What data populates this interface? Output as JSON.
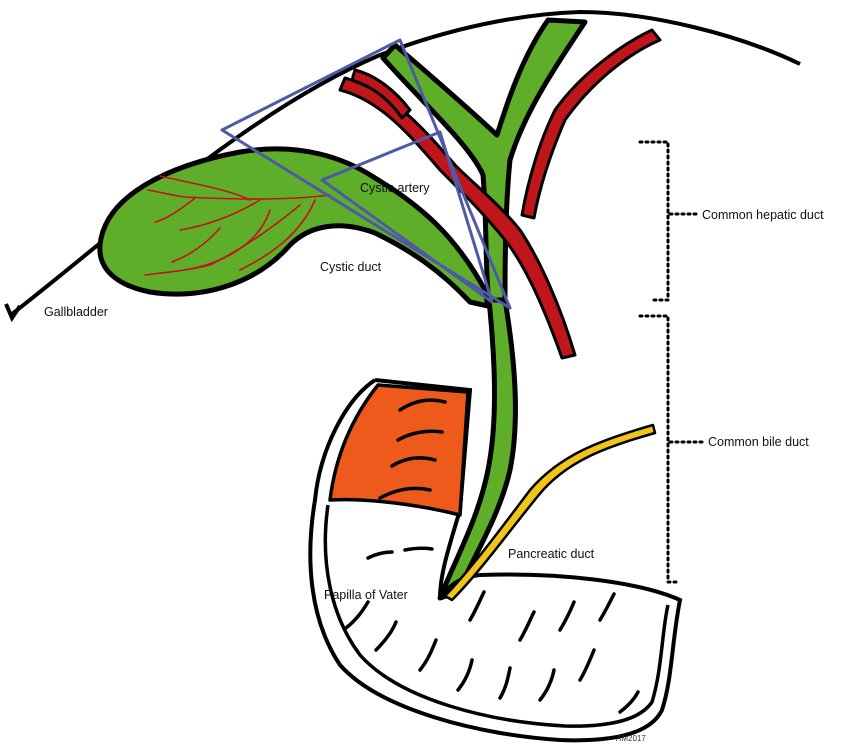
{
  "labels": {
    "gallbladder": "Gallbladder",
    "cystic_artery": "Cystic artery",
    "cystic_duct": "Cystic duct",
    "common_hepatic_duct": "Common hepatic duct",
    "common_bile_duct": "Common bile duct",
    "pancreatic_duct": "Pancreatic duct",
    "papilla_of_vater": "Papilla of Vater",
    "signature": "AM2017"
  },
  "colors": {
    "bile_duct_green": "#5fae2a",
    "artery_red": "#c0151b",
    "pancreatic_yellow": "#f2c31a",
    "stomach_orange": "#ee5a1c",
    "calot_triangle_blue": "#4f5aa6",
    "outline_black": "#000000"
  }
}
